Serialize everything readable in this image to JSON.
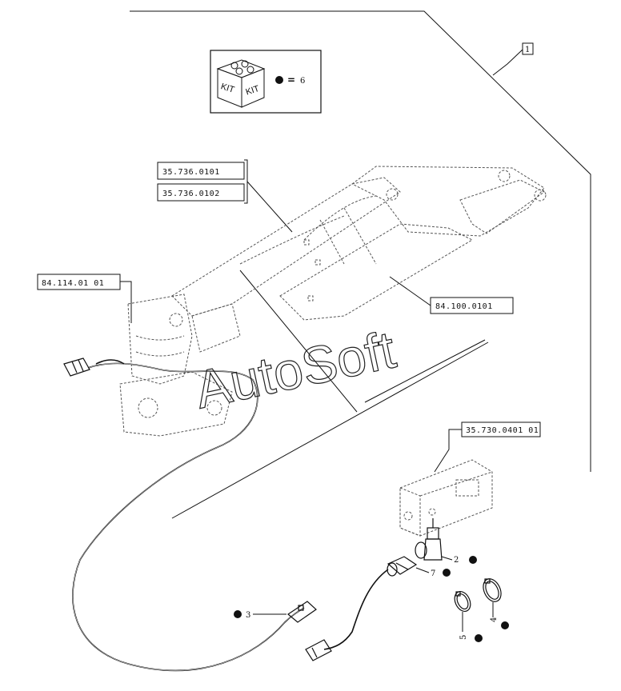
{
  "figure_ref": "1",
  "kit": {
    "label_left": "KIT",
    "label_right": "KIT",
    "equals": "=",
    "part_number": "6"
  },
  "references": {
    "ref_boom_1": "35.736.0101",
    "ref_boom_2": "35.736.0102",
    "ref_harness": "84.114.01 01",
    "ref_boom_section": "84.100.0101",
    "ref_valve": "35.730.0401 01"
  },
  "callouts": {
    "part_2": "2",
    "part_3": "3",
    "part_4": "4",
    "part_5": "5",
    "part_7": "7"
  },
  "watermark": "AutoSoft",
  "colors": {
    "ink": "#111111",
    "ghost": "#555555",
    "paper": "#ffffff"
  }
}
